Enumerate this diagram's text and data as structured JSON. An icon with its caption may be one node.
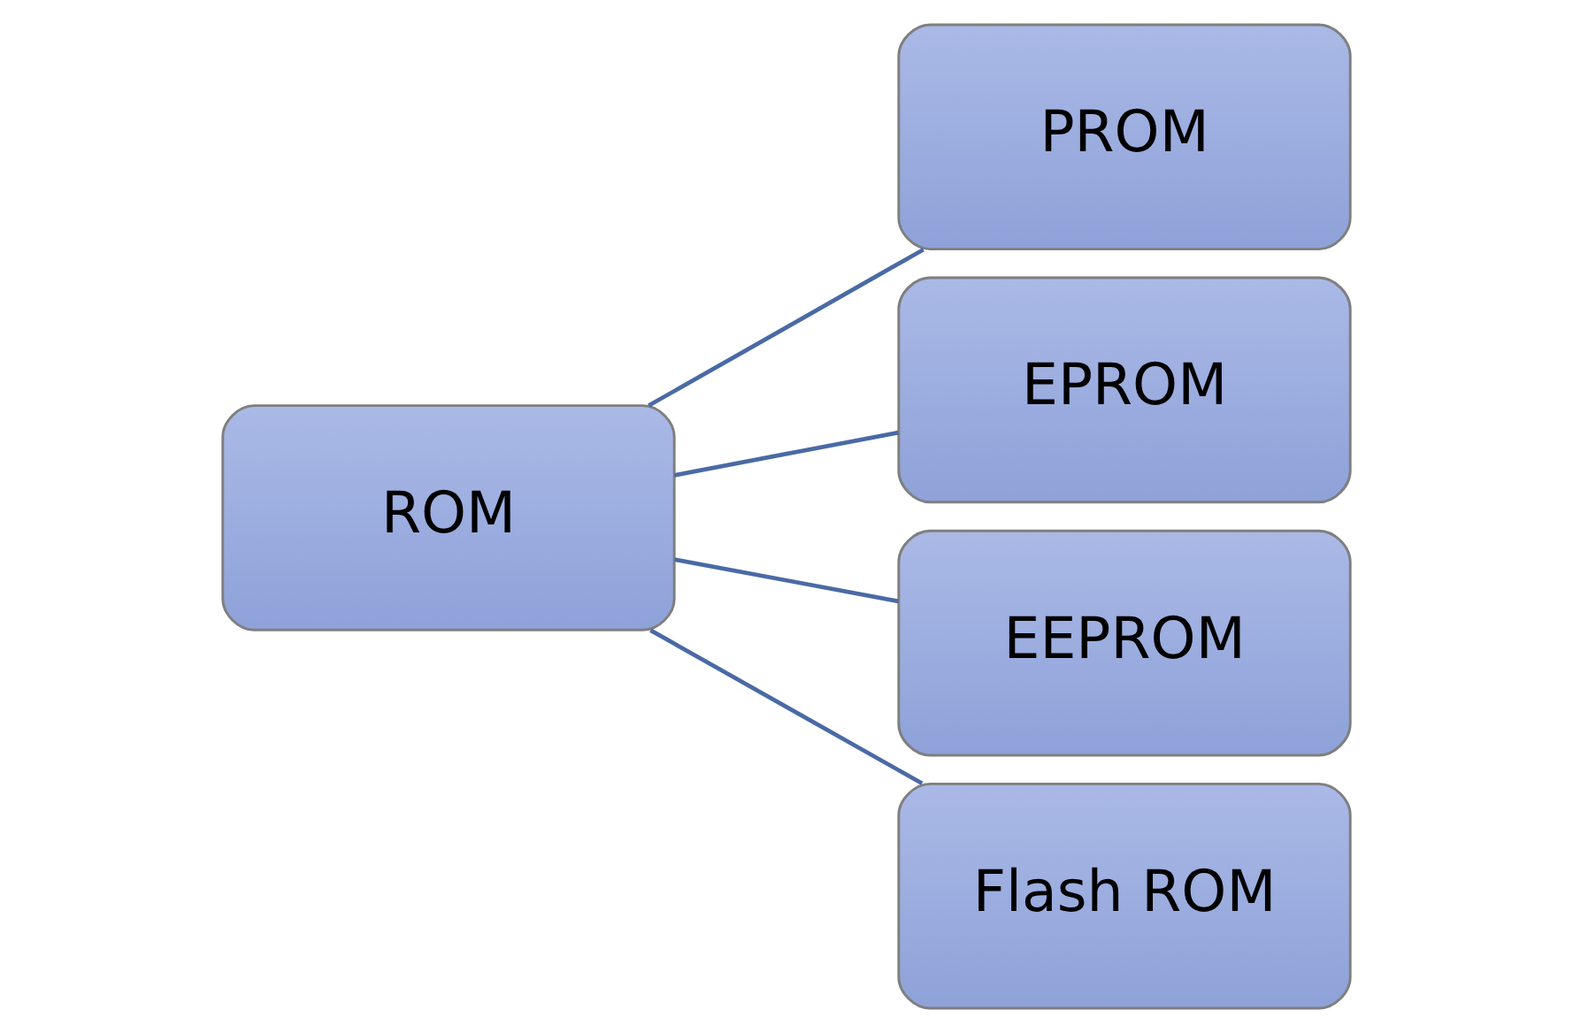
{
  "diagram": {
    "nodes": [
      {
        "text": [
          "ROM"
        ]
      },
      {
        "text": [
          "PROM"
        ]
      },
      {
        "text": [
          "EPROM"
        ]
      },
      {
        "text": [
          "EEPROM"
        ]
      },
      {
        "text": [
          "Flash ROM"
        ]
      }
    ],
    "edges": [
      {
        "from": 0,
        "to": 1,
        "arrow": "none"
      },
      {
        "from": 0,
        "to": 2,
        "arrow": "none"
      },
      {
        "from": 0,
        "to": 3,
        "arrow": "none"
      },
      {
        "from": 0,
        "to": 4,
        "arrow": "none"
      }
    ]
  }
}
